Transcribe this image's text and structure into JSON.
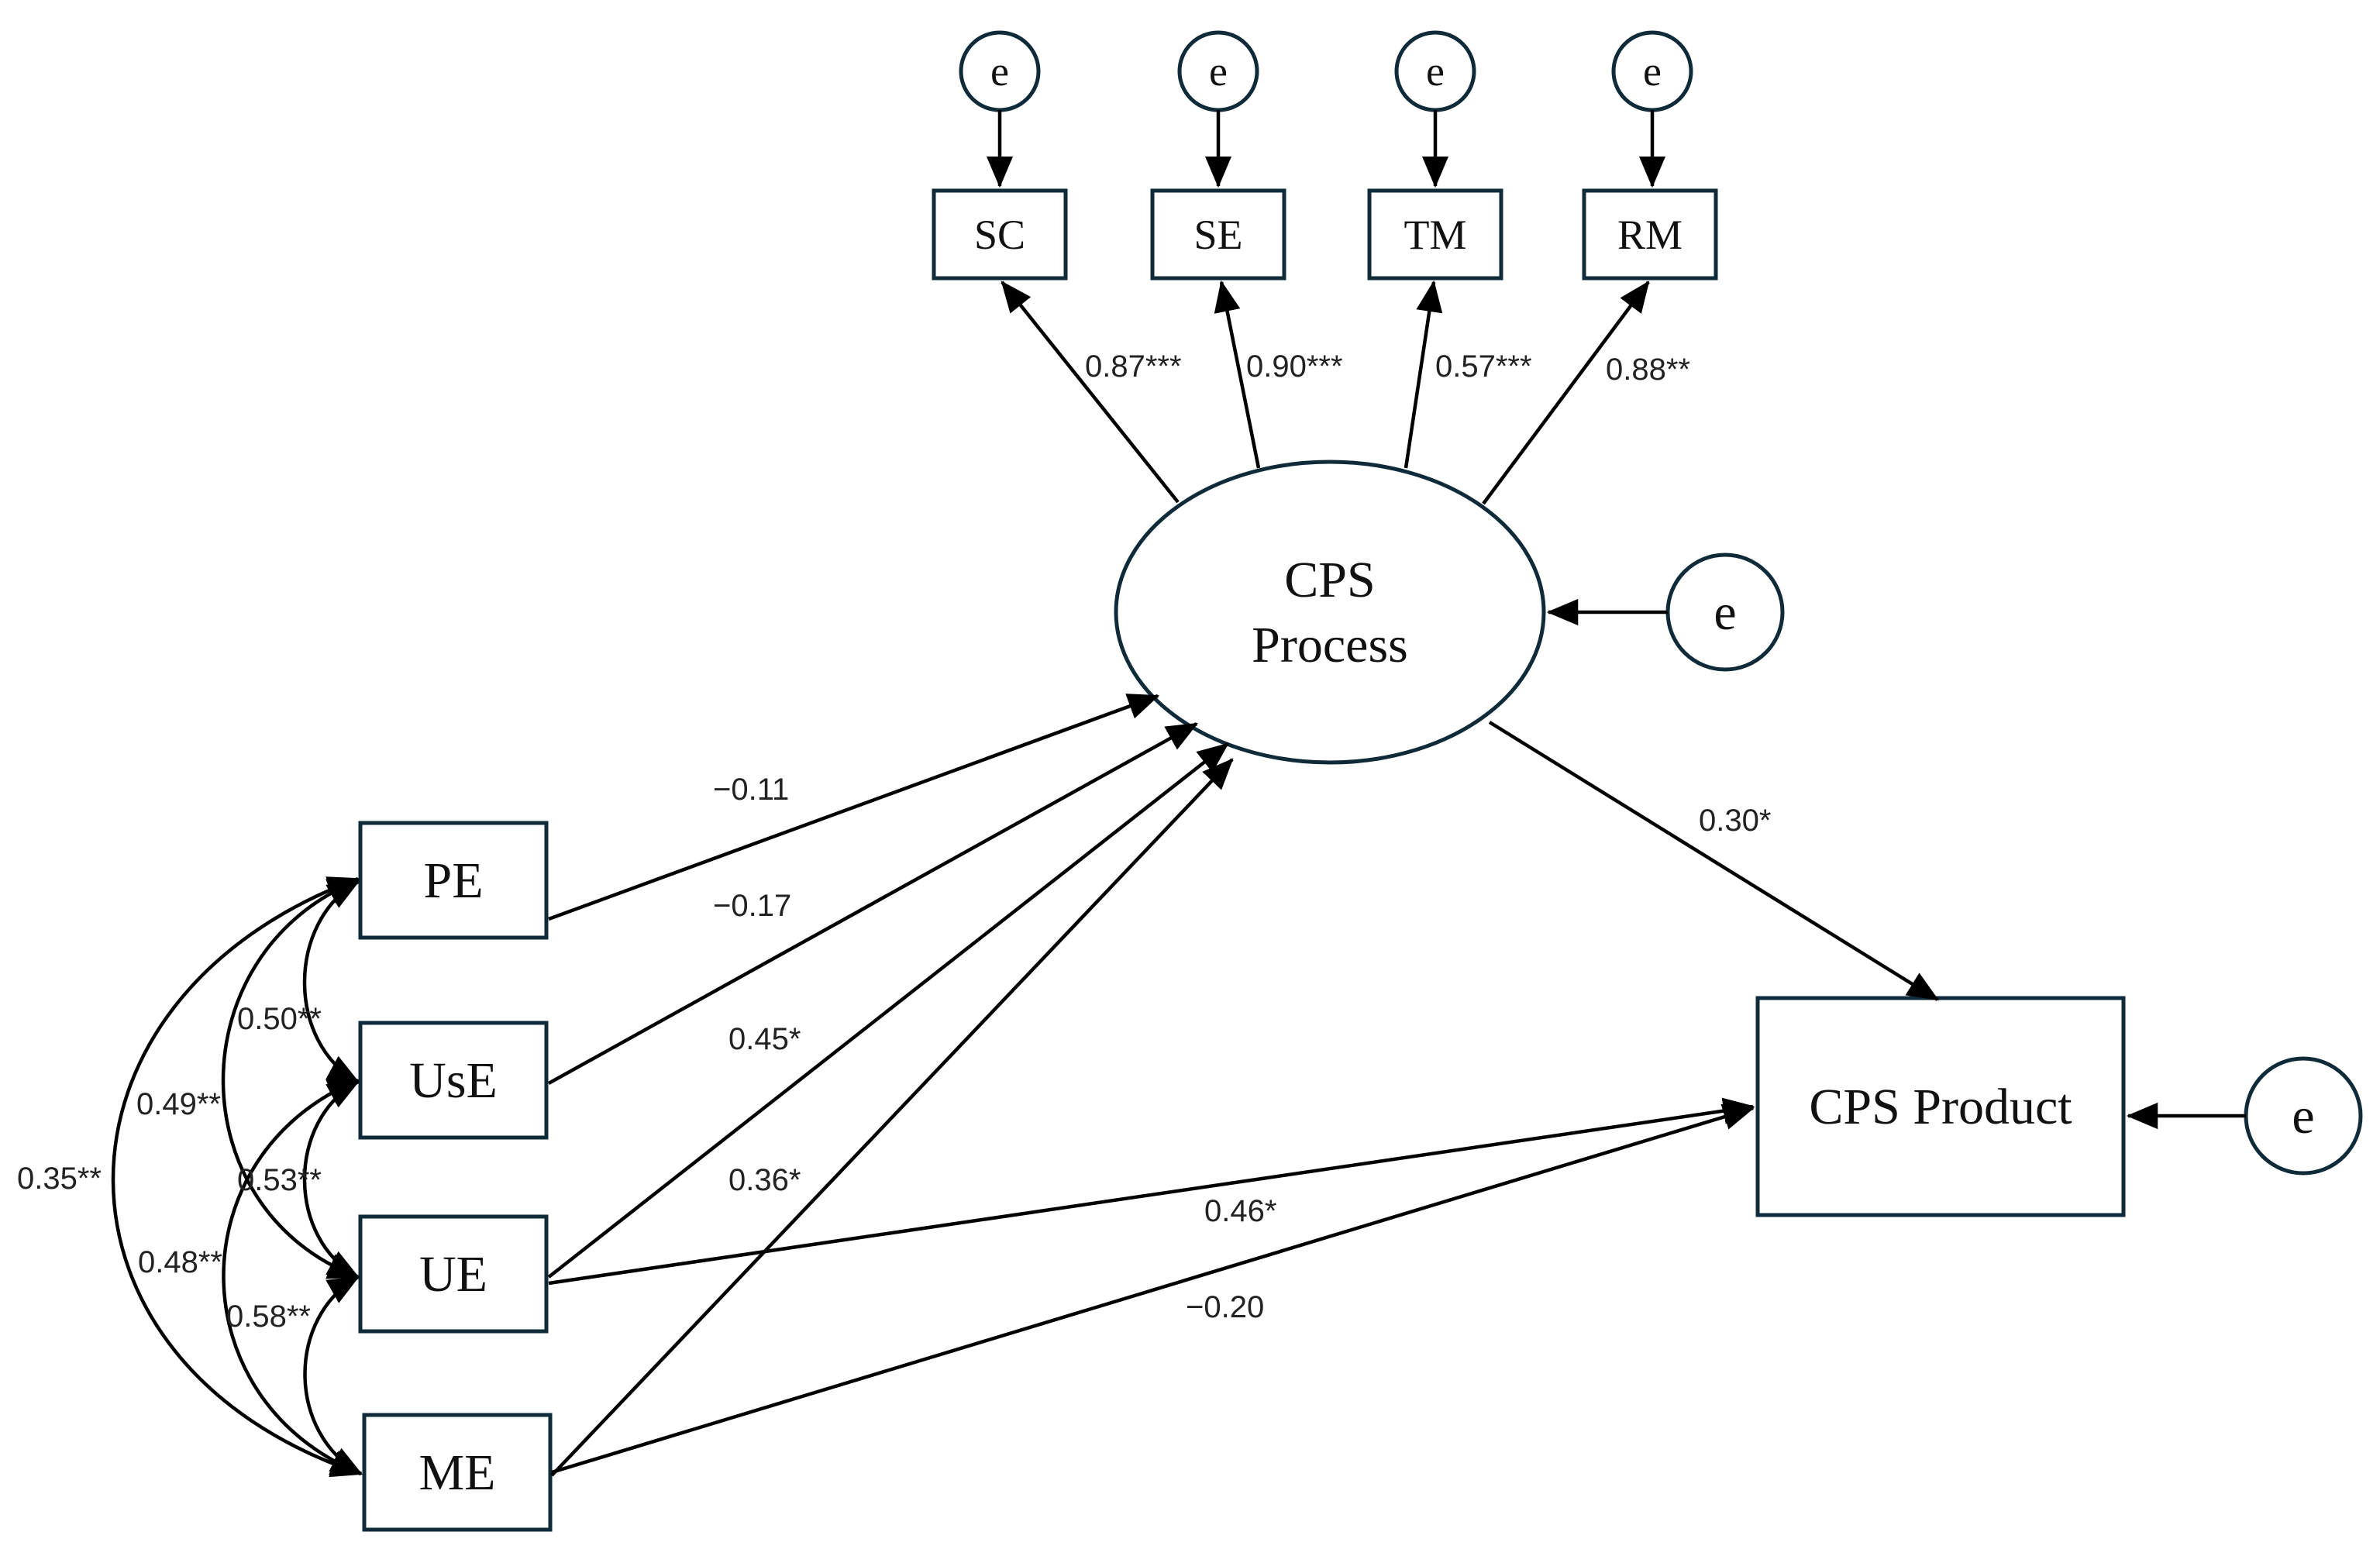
{
  "nodes": {
    "error_label": "e",
    "sc": "SC",
    "se": "SE",
    "tm": "TM",
    "rm": "RM",
    "cps_process_line1": "CPS",
    "cps_process_line2": "Process",
    "cps_product": "CPS Product",
    "pe": "PE",
    "use": "UsE",
    "ue": "UE",
    "me": "ME"
  },
  "paths": {
    "loading_sc": "0.87***",
    "loading_se": "0.90***",
    "loading_tm": "0.57***",
    "loading_rm": "0.88**",
    "process_to_product": "0.30*",
    "pe_to_process": "−0.11",
    "use_to_process": "−0.17",
    "ue_to_process": "0.45*",
    "me_to_process": "0.36*",
    "ue_to_product": "0.46*",
    "me_to_product": "−0.20"
  },
  "correlations": {
    "pe_use": "0.50**",
    "pe_ue": "0.49**",
    "pe_me": "0.35**",
    "use_ue": "0.53**",
    "use_me": "0.48**",
    "ue_me": "0.58**"
  },
  "colors": {
    "node_stroke": "#0f2b3a",
    "arrow": "#000000"
  }
}
